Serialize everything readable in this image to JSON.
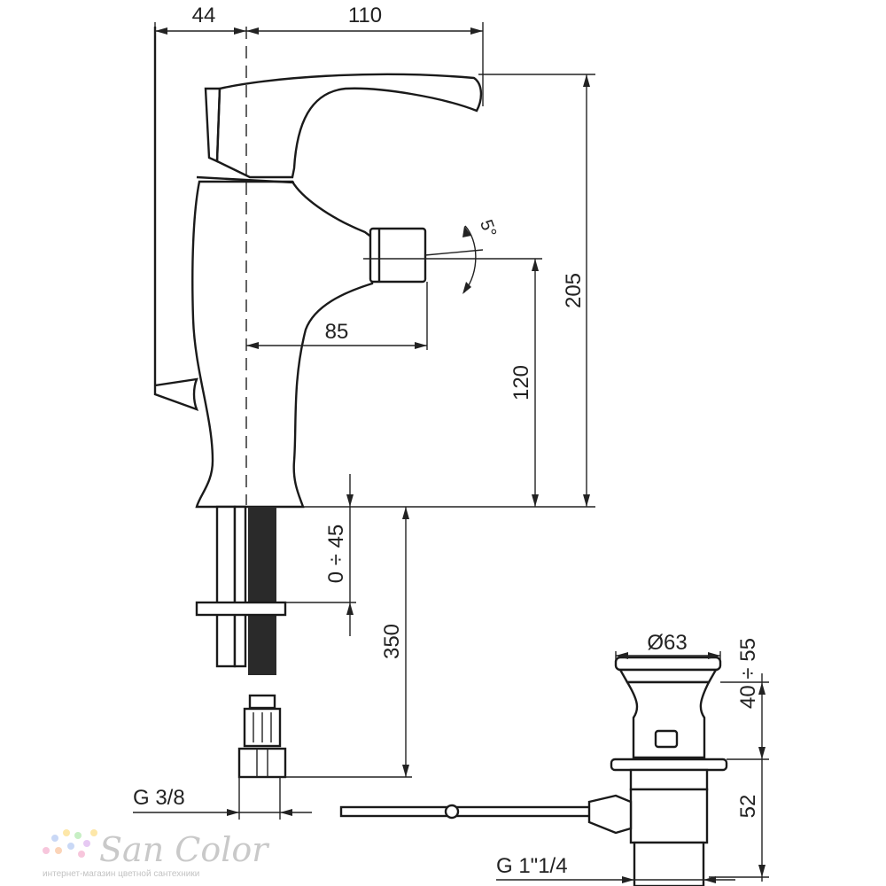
{
  "dimensions": {
    "offset_left": "44",
    "spout_reach": "110",
    "total_height": "205",
    "nozzle_height": "120",
    "nozzle_reach": "85",
    "nozzle_angle": "5°",
    "deck_thickness": "0 ÷ 45",
    "hose_length": "350",
    "drain_diameter": "Ø63",
    "drain_range": "40 ÷ 55",
    "drain_height": "52"
  },
  "connections": {
    "supply_thread": "G 3/8",
    "drain_thread": "G 1\"1/4"
  },
  "watermark": {
    "brand": "San Color",
    "tagline": "интернет-магазин цветной сантехники",
    "dot_colors": [
      "#f7c6dc",
      "#c9d8f6",
      "#fde7a8",
      "#c7efc4",
      "#e6c9f3",
      "#fbd4b8"
    ]
  }
}
